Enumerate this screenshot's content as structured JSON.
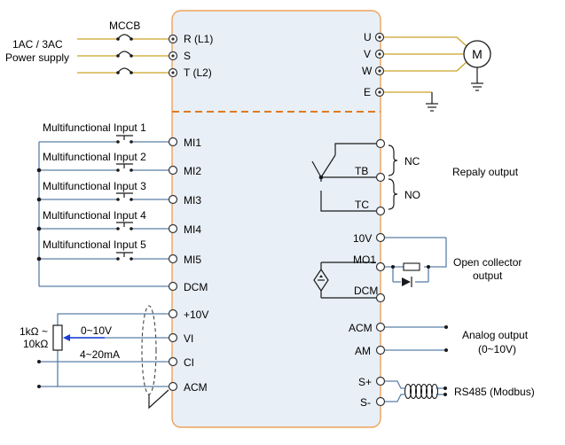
{
  "power": {
    "mccb": "MCCB",
    "supply_line1": "1AC / 3AC",
    "supply_line2": "Power supply",
    "terminals": [
      "R (L1)",
      "S",
      "T (L2)"
    ]
  },
  "motor": {
    "terminals": [
      "U",
      "V",
      "W",
      "E"
    ],
    "symbol": "M"
  },
  "digital_inputs": {
    "labels": [
      "Multifunctional Input 1",
      "Multifunctional Input 2",
      "Multifunctional Input 3",
      "Multifunctional Input 4",
      "Multifunctional Input 5"
    ],
    "terminals": [
      "MI1",
      "MI2",
      "MI3",
      "MI4",
      "MI5",
      "DCM"
    ]
  },
  "analog_inputs": {
    "pot_label_line1": "1kΩ ~",
    "pot_label_line2": "10kΩ",
    "voltage_label": "0~10V",
    "current_label": "4~20mA",
    "terminals": [
      "+10V",
      "VI",
      "CI",
      "ACM"
    ]
  },
  "relay": {
    "tb": "TB",
    "tc": "TC",
    "nc": "NC",
    "no": "NO",
    "title": "Repaly output"
  },
  "open_collector": {
    "terminals": [
      "10V",
      "MO1",
      "DCM"
    ],
    "title_line1": "Open collector",
    "title_line2": "output"
  },
  "analog_output": {
    "terminals": [
      "ACM",
      "AM"
    ],
    "title_line1": "Analog output",
    "title_line2": "(0~10V)"
  },
  "rs485": {
    "terminals": [
      "S+",
      "S-"
    ],
    "title": "RS485 (Modbus)"
  },
  "colors": {
    "panel_fill": "#e8eff7",
    "panel_stroke": "#f0a25a",
    "divider": "#e07a1f",
    "wire": "#5a7fa8",
    "power_wire": "#c9a227",
    "pot_arrow": "#1a3fd6"
  }
}
